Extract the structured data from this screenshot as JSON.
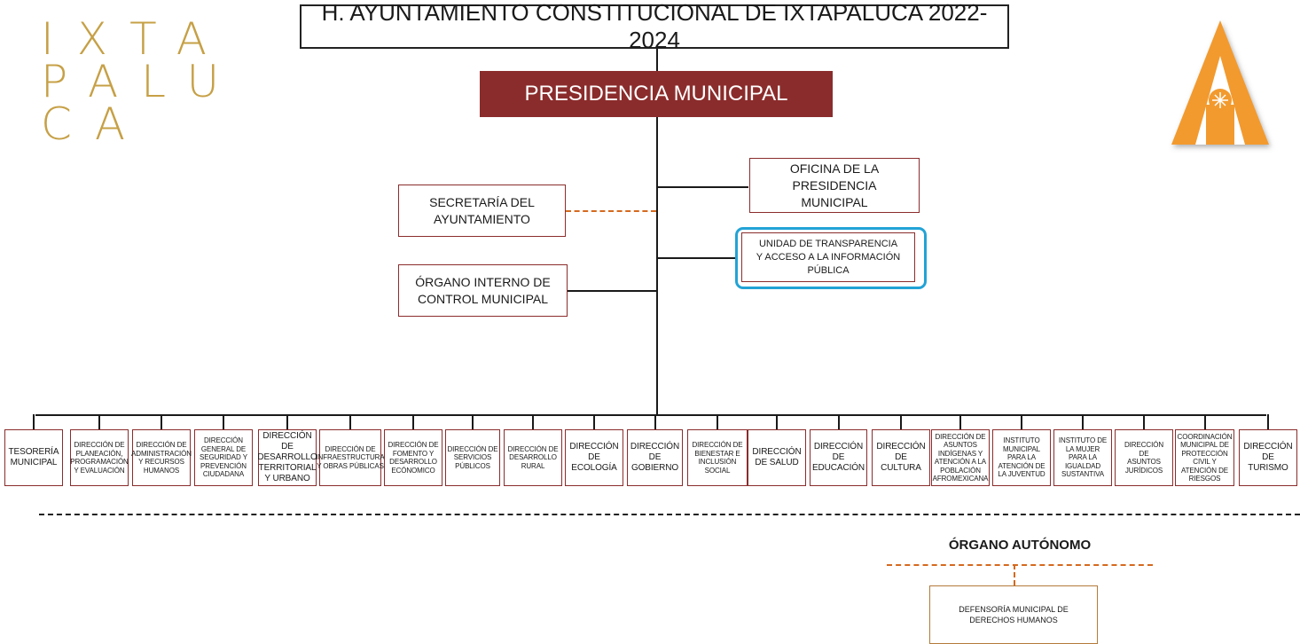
{
  "header": {
    "title": "H. AYUNTAMIENTO CONSTITUCIONAL DE IXTAPALUCA 2022-2024",
    "presidencia": "PRESIDENCIA MUNICIPAL"
  },
  "logo": {
    "rows": [
      "IXTA",
      "PALU",
      "CA"
    ]
  },
  "offices": {
    "oficina_presidencia": "OFICINA DE LA\nPRESIDENCIA\nMUNICIPAL",
    "secretaria": "SECRETARÍA DEL\nAYUNTAMIENTO",
    "transparencia": "UNIDAD DE TRANSPARENCIA\nY ACCESO A LA INFORMACIÓN\nPÚBLICA",
    "organo_interno": "ÓRGANO INTERNO DE\nCONTROL MUNICIPAL"
  },
  "departments": [
    "TESORERÍA\nMUNICIPAL",
    "DIRECCIÓN DE\nPLANEACIÓN,\nPROGRAMACIÓN\nY EVALUACIÓN",
    "DIRECCIÓN DE\nADMINISTRACIÓN\nY RECURSOS\nHUMANOS",
    "DIRECCIÓN\nGENERAL DE\nSEGURIDAD Y\nPREVENCIÓN\nCIUDADANA",
    "DIRECCIÓN\nDE\nDESARROLLO\nTERRITORIAL\nY URBANO",
    "DIRECCIÓN DE\nINFRAESTRUCTURA\nY OBRAS PÚBLICAS",
    "DIRECCIÓN DE\nFOMENTO Y\nDESARROLLO\nECÓNOMICO",
    "DIRECCIÓN DE\nSERVICIOS\nPÚBLICOS",
    "DIRECCIÓN DE\nDESARROLLO\nRURAL",
    "DIRECCIÓN\nDE\nECOLOGÍA",
    "DIRECCIÓN\nDE\nGOBIERNO",
    "DIRECCIÓN DE\nBIENESTAR E\nINCLUSIÓN\nSOCIAL",
    "DIRECCIÓN\nDE SALUD",
    "DIRECCIÓN\nDE\nEDUCACIÓN",
    "DIRECCIÓN\nDE CULTURA",
    "DIRECCIÓN DE\nASUNTOS\nINDÍGENAS Y\nATENCIÓN A LA\nPOBLACIÓN\nAFROMEXICANA",
    "INSTITUTO\nMUNICIPAL\nPARA LA\nATENCIÓN DE\nLA JUVENTUD",
    "INSTITUTO DE\nLA MUJER\nPARA LA\nIGUALDAD\nSUSTANTIVA",
    "DIRECCIÓN\nDE\nASUNTOS\nJURÍDICOS",
    "COORDINACIÓN\nMUNICIPAL DE\nPROTECCIÓN\nCIVIL Y\nATENCIÓN DE\nRIESGOS",
    "DIRECCIÓN\nDE\nTURISMO"
  ],
  "autonomo": {
    "title": "ÓRGANO AUTÓNOMO",
    "box": "DEFENSORÍA MUNICIPAL DE\nDERECHOS HUMANOS"
  },
  "colors": {
    "presidencia_bg": "#8b2c2c",
    "box_border": "#8b2c2c",
    "dashed_orange": "#d4691e",
    "highlight": "#22a3d6",
    "logo_gold": "#c6a046",
    "logo_orange": "#f29a2e"
  }
}
